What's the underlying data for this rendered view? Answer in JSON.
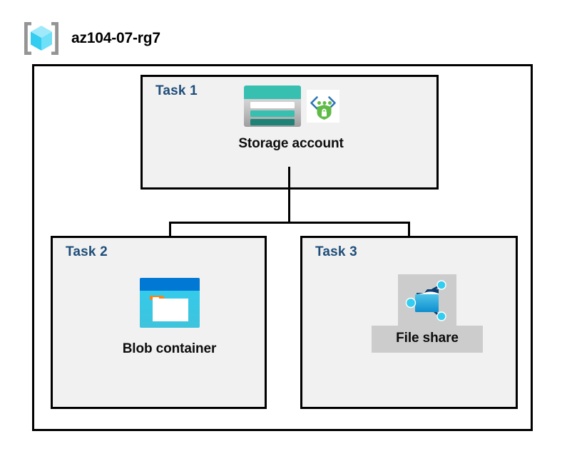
{
  "header": {
    "icon_name": "resource-group-icon",
    "title": "az104-07-rg7"
  },
  "diagram": {
    "type": "azure-architecture-diagram",
    "boundary_name": "resource-group-boundary",
    "colors": {
      "task_label": "#1F4E79",
      "task_box_fill": "#F1F1F1",
      "border": "#000000",
      "highlight": "#CCCCCC",
      "storage_teal": "#37BFB0",
      "blob_blue": "#0078D4",
      "fileshare_blue": "#32B0E7",
      "shield_green": "#5FBB46"
    },
    "tasks": [
      {
        "id": "task-1",
        "label": "Task 1",
        "node": {
          "caption": "Storage account",
          "icons": [
            "storage-account-icon",
            "secure-endpoint-shield-icon"
          ],
          "highlighted": false
        }
      },
      {
        "id": "task-2",
        "label": "Task 2",
        "node": {
          "caption": "Blob container",
          "icons": [
            "blob-container-icon"
          ],
          "highlighted": false
        }
      },
      {
        "id": "task-3",
        "label": "Task 3",
        "node": {
          "caption": "File share",
          "icons": [
            "file-share-icon"
          ],
          "highlighted": true
        }
      }
    ],
    "connectors": [
      {
        "name": "storage-to-bus",
        "from": "Storage account",
        "to": "branch-bus"
      },
      {
        "name": "bus-to-blob",
        "from": "branch-bus",
        "to": "Blob container"
      },
      {
        "name": "bus-to-file-share",
        "from": "branch-bus",
        "to": "File share"
      }
    ]
  }
}
